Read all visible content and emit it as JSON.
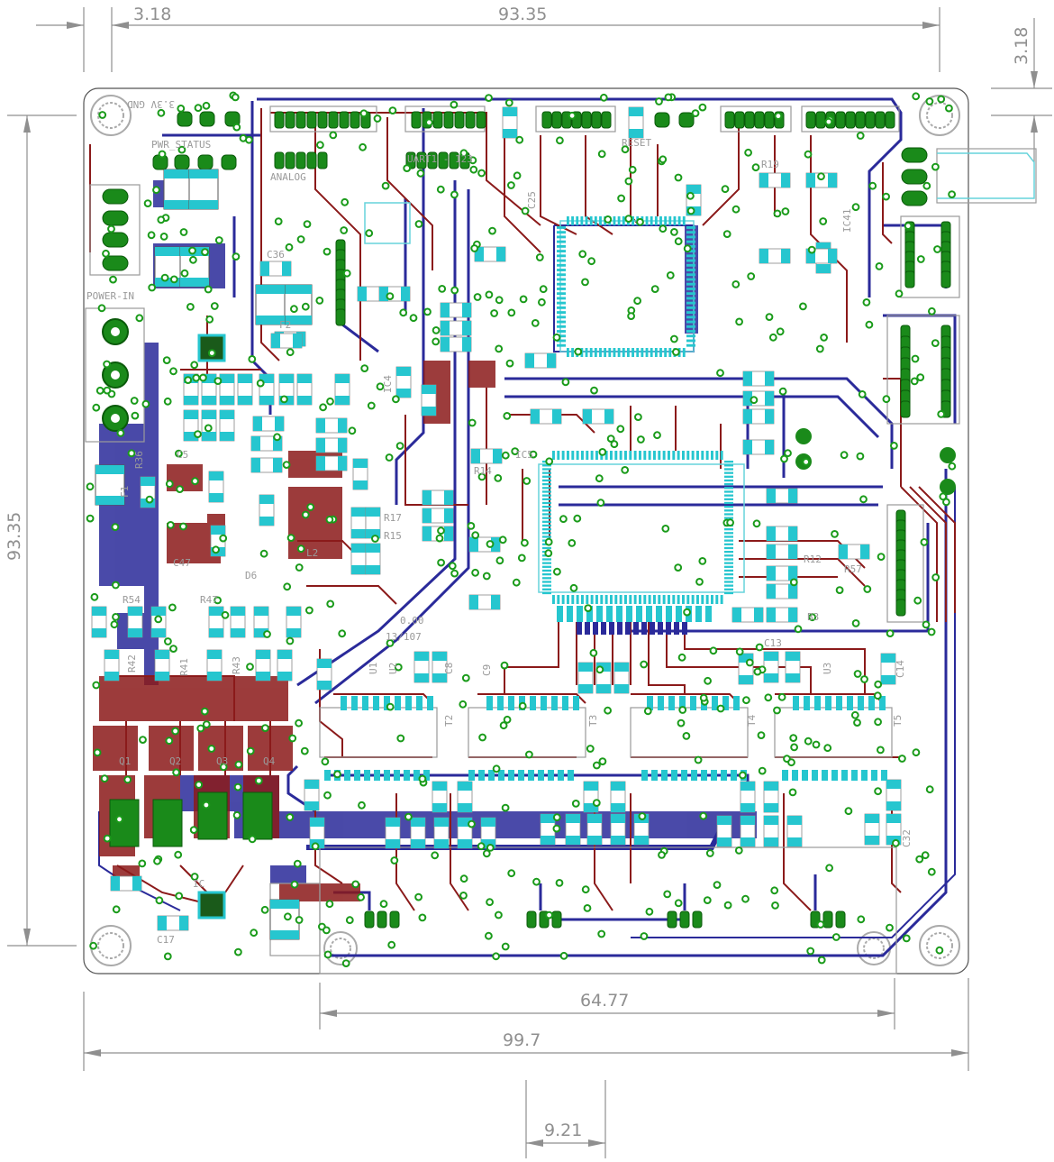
{
  "colors": {
    "top_copper": "#8b1a1a",
    "bottom_copper": "#2a2a9a",
    "pad": "#26c6cf",
    "via": "#1a9b1a",
    "silk": "#9a9a9a",
    "dimension": "#8f8f8f",
    "outline": "#555555"
  },
  "dimensions": {
    "top_offset": "3.18",
    "top_width": "93.35",
    "right_offset": "3.18",
    "left_height": "93.35",
    "inner_width": "64.77",
    "board_width": "99.7",
    "bottom_small": "9.21"
  },
  "silkscreen": {
    "power_in": "POWER-IN",
    "pwr_status": "PWR_STATUS",
    "vbat_gnd": "3.3V GND",
    "f1": "F1",
    "f2": "F2",
    "l2": "L2",
    "d6": "D6",
    "ic5": "IC5",
    "r14": "R14",
    "r12": "R12",
    "r19": "R19",
    "r15": "R15",
    "r17": "R17",
    "r57": "R57",
    "r54": "R54",
    "r47": "R47",
    "r42": "R42",
    "r36": "R36",
    "r41": "R41",
    "r43": "R43",
    "c5": "C5",
    "c8": "C8",
    "c9": "C9",
    "c13": "C13",
    "c14": "C14",
    "c17": "C17",
    "c25": "C25",
    "c32": "C32",
    "c36": "C36",
    "c47": "C47",
    "q1": "Q1",
    "q2": "Q2",
    "q3": "Q3",
    "q4": "Q4",
    "t2": "T2",
    "t3": "T3",
    "t4": "T4",
    "t5": "T5",
    "u1": "U1",
    "u2": "U2",
    "u3": "U3",
    "ic4": "IC4",
    "ic41": "IC41",
    "ic": "IC",
    "version": "0.00",
    "date": "13/107",
    "uart": "UART1 - 123",
    "analog": "ANALOG",
    "reset": "RESET",
    "b3": "B3"
  }
}
